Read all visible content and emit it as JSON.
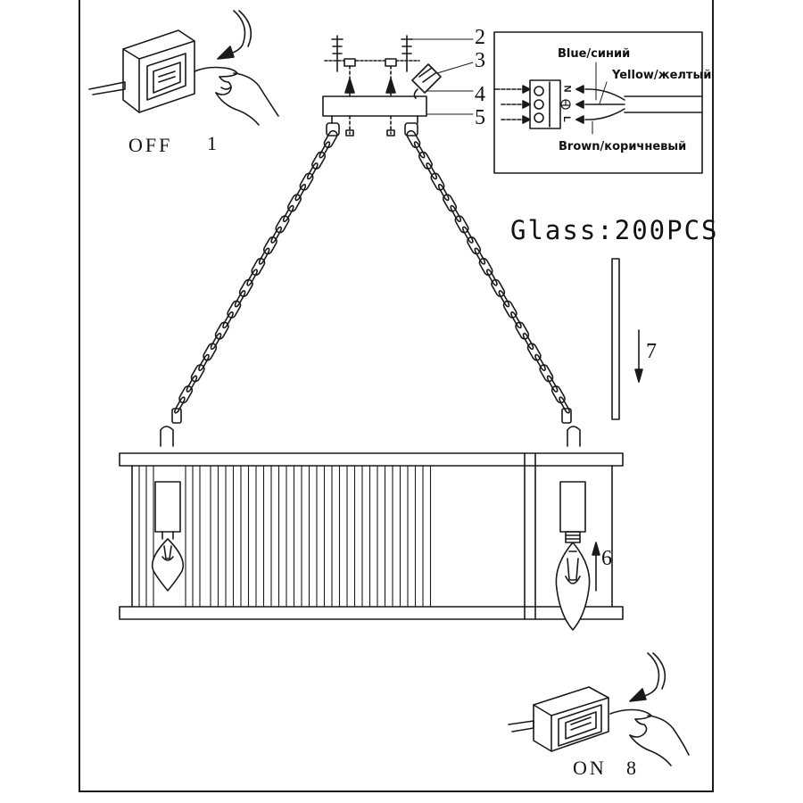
{
  "steps": {
    "off_label": "OFF",
    "off_num": "1",
    "part_2": "2",
    "part_3": "3",
    "part_4": "4",
    "part_5": "5",
    "part_6": "6",
    "part_7": "7",
    "on_label": "ON",
    "on_num": "8"
  },
  "wiring": {
    "blue": "Blue/синий",
    "yellow": "Yellow/желтый",
    "brown": "Brown/коричневый",
    "terminal_n": "N",
    "terminal_l": "L"
  },
  "glass_note": "Glass:200PCS",
  "icons": [
    "wall-switch-icon",
    "hand-icon",
    "curved-arrow-icon",
    "candle-bulb-icon",
    "earth-symbol-icon"
  ]
}
